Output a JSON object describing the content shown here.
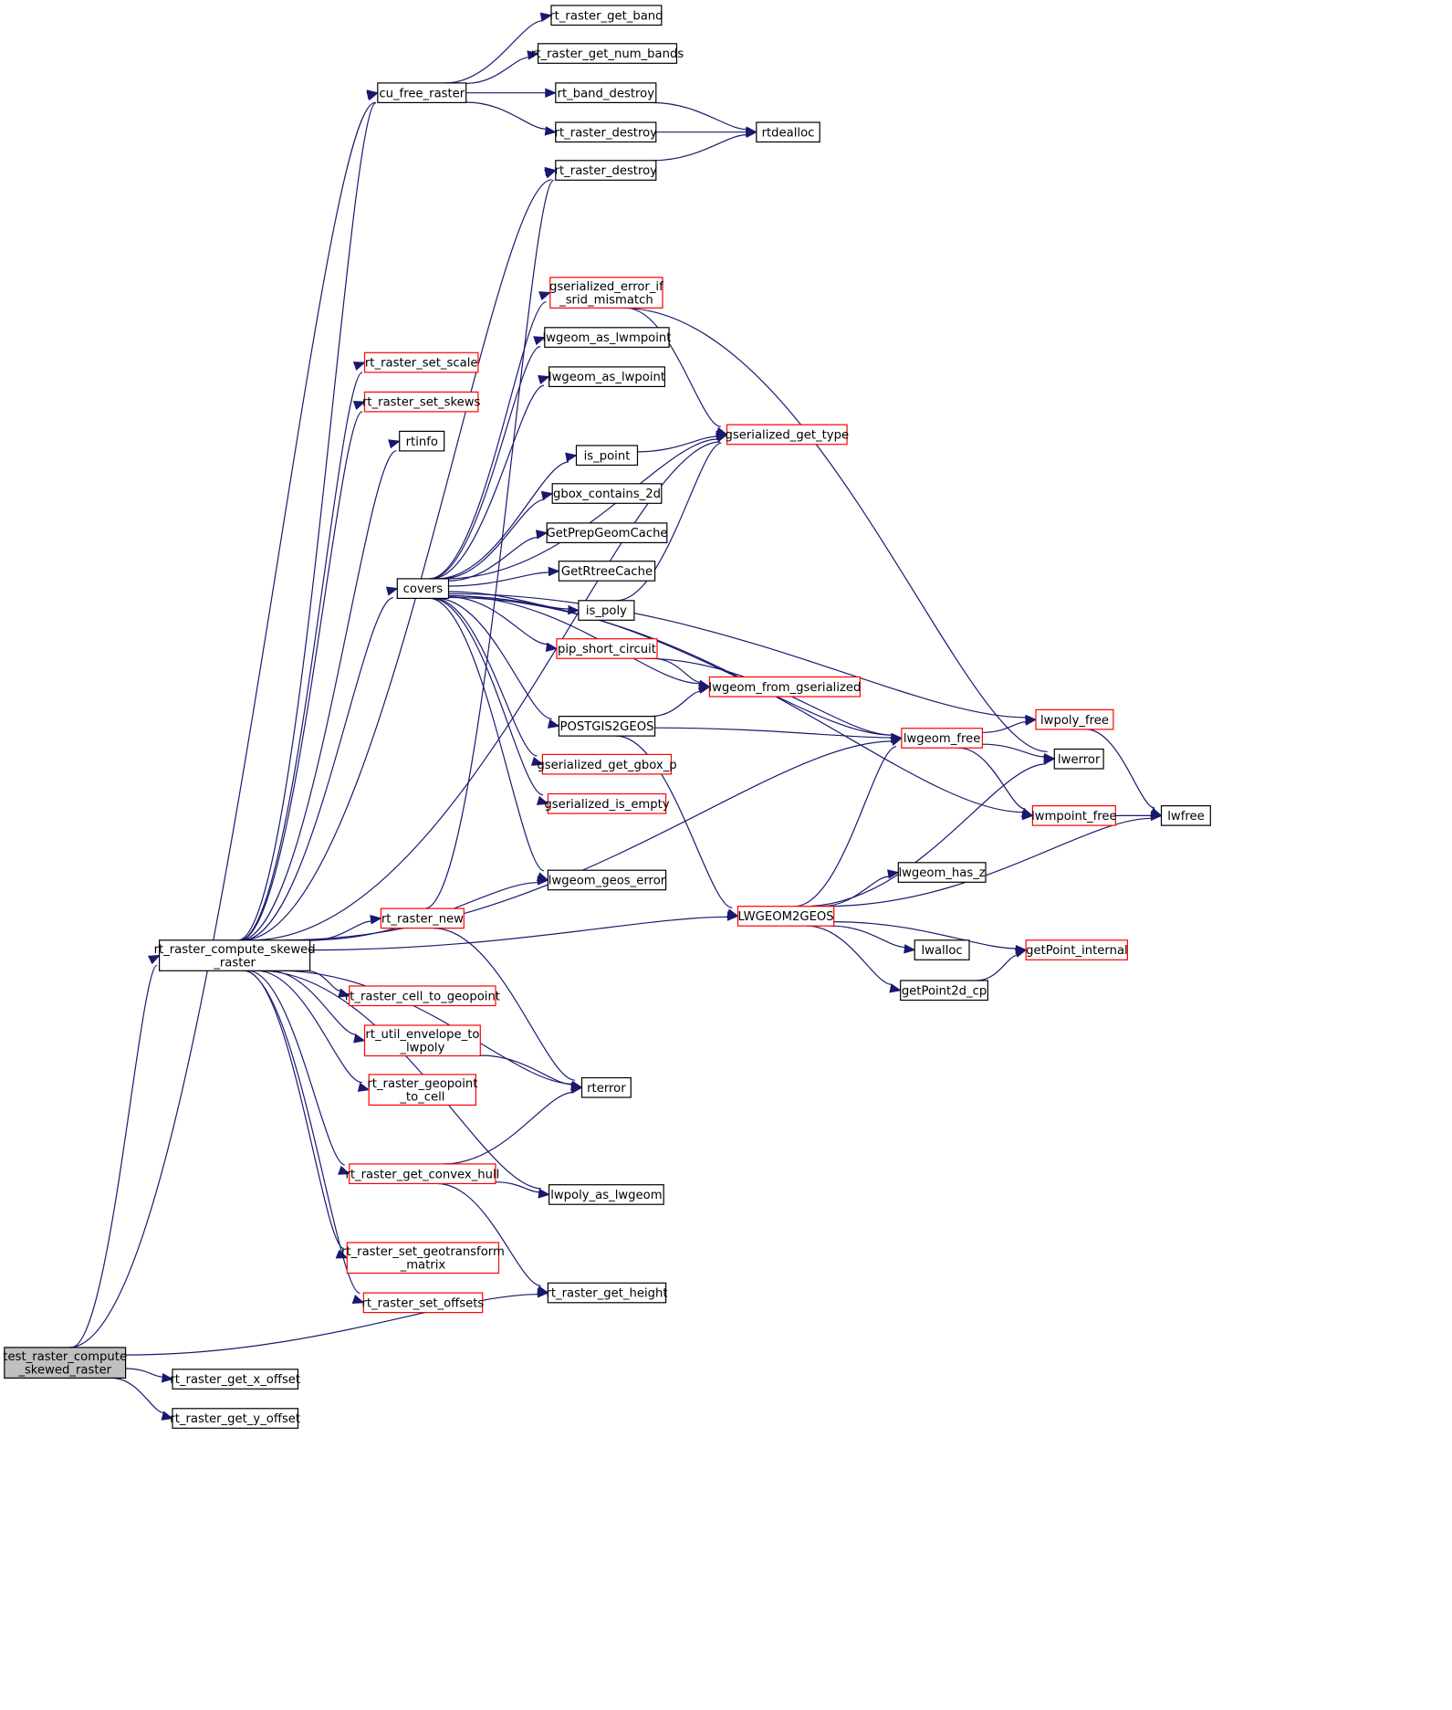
{
  "colors": {
    "edge": "#191970",
    "node_border": "#000000",
    "node_border_undocumented": "#ff0000",
    "root_fill": "#bfbfbf"
  },
  "nodes": [
    {
      "id": "test",
      "lines": [
        "test_raster_compute",
        "_skewed_raster"
      ],
      "style": "root"
    },
    {
      "id": "compute",
      "lines": [
        "rt_raster_compute_skewed",
        "_raster"
      ],
      "style": "black"
    },
    {
      "id": "xoff",
      "lines": [
        "rt_raster_get_x_offset"
      ],
      "style": "black"
    },
    {
      "id": "yoff",
      "lines": [
        "rt_raster_get_y_offset"
      ],
      "style": "black"
    },
    {
      "id": "height",
      "lines": [
        "rt_raster_get_height"
      ],
      "style": "black"
    },
    {
      "id": "cufree",
      "lines": [
        "cu_free_raster"
      ],
      "style": "black"
    },
    {
      "id": "getband",
      "lines": [
        "rt_raster_get_band"
      ],
      "style": "black"
    },
    {
      "id": "numbands",
      "lines": [
        "rt_raster_get_num_bands"
      ],
      "style": "black"
    },
    {
      "id": "banddestroy",
      "lines": [
        "rt_band_destroy"
      ],
      "style": "black"
    },
    {
      "id": "rdestroy1",
      "lines": [
        "rt_raster_destroy"
      ],
      "style": "black"
    },
    {
      "id": "rdestroy2",
      "lines": [
        "rt_raster_destroy"
      ],
      "style": "black"
    },
    {
      "id": "rtdealloc",
      "lines": [
        "rtdealloc"
      ],
      "style": "black"
    },
    {
      "id": "setscale",
      "lines": [
        "rt_raster_set_scale"
      ],
      "style": "red"
    },
    {
      "id": "setskews",
      "lines": [
        "rt_raster_set_skews"
      ],
      "style": "red"
    },
    {
      "id": "rtinfo",
      "lines": [
        "rtinfo"
      ],
      "style": "black"
    },
    {
      "id": "covers",
      "lines": [
        "covers"
      ],
      "style": "black"
    },
    {
      "id": "srid",
      "lines": [
        "gserialized_error_if",
        "_srid_mismatch"
      ],
      "style": "red"
    },
    {
      "id": "aslwmpoint",
      "lines": [
        "lwgeom_as_lwmpoint"
      ],
      "style": "black"
    },
    {
      "id": "aslwpoint",
      "lines": [
        "lwgeom_as_lwpoint"
      ],
      "style": "black"
    },
    {
      "id": "gettype",
      "lines": [
        "gserialized_get_type"
      ],
      "style": "red"
    },
    {
      "id": "ispoint",
      "lines": [
        "is_point"
      ],
      "style": "black"
    },
    {
      "id": "gbox2d",
      "lines": [
        "gbox_contains_2d"
      ],
      "style": "black"
    },
    {
      "id": "prepgeom",
      "lines": [
        "GetPrepGeomCache"
      ],
      "style": "black"
    },
    {
      "id": "rtree",
      "lines": [
        "GetRtreeCache"
      ],
      "style": "black"
    },
    {
      "id": "ispoly",
      "lines": [
        "is_poly"
      ],
      "style": "black"
    },
    {
      "id": "pip",
      "lines": [
        "pip_short_circuit"
      ],
      "style": "red"
    },
    {
      "id": "fromgser",
      "lines": [
        "lwgeom_from_gserialized"
      ],
      "style": "red"
    },
    {
      "id": "postgis2geos",
      "lines": [
        "POSTGIS2GEOS"
      ],
      "style": "black"
    },
    {
      "id": "getgbox",
      "lines": [
        "gserialized_get_gbox_p"
      ],
      "style": "red"
    },
    {
      "id": "isempty",
      "lines": [
        "gserialized_is_empty"
      ],
      "style": "red"
    },
    {
      "id": "geoserror",
      "lines": [
        "lwgeom_geos_error"
      ],
      "style": "black"
    },
    {
      "id": "rasternew",
      "lines": [
        "rt_raster_new"
      ],
      "style": "red"
    },
    {
      "id": "lwgeom2geos",
      "lines": [
        "LWGEOM2GEOS"
      ],
      "style": "red"
    },
    {
      "id": "celltogeo",
      "lines": [
        "rt_raster_cell_to_geopoint"
      ],
      "style": "red"
    },
    {
      "id": "envtopoly",
      "lines": [
        "rt_util_envelope_to",
        "_lwpoly"
      ],
      "style": "red"
    },
    {
      "id": "geotocell",
      "lines": [
        "rt_raster_geopoint",
        "_to_cell"
      ],
      "style": "red"
    },
    {
      "id": "rterror",
      "lines": [
        "rterror"
      ],
      "style": "black"
    },
    {
      "id": "convexhull",
      "lines": [
        "rt_raster_get_convex_hull"
      ],
      "style": "red"
    },
    {
      "id": "polyaslwgeom",
      "lines": [
        "lwpoly_as_lwgeom"
      ],
      "style": "black"
    },
    {
      "id": "setgeotrans",
      "lines": [
        "rt_raster_set_geotransform",
        "_matrix"
      ],
      "style": "red"
    },
    {
      "id": "setoffsets",
      "lines": [
        "rt_raster_set_offsets"
      ],
      "style": "red"
    },
    {
      "id": "lwpolyfree",
      "lines": [
        "lwpoly_free"
      ],
      "style": "red"
    },
    {
      "id": "lwgeomfree",
      "lines": [
        "lwgeom_free"
      ],
      "style": "red"
    },
    {
      "id": "lwerror",
      "lines": [
        "lwerror"
      ],
      "style": "black"
    },
    {
      "id": "lwmpointfree",
      "lines": [
        "lwmpoint_free"
      ],
      "style": "red"
    },
    {
      "id": "lwfree",
      "lines": [
        "lwfree"
      ],
      "style": "black"
    },
    {
      "id": "hasz",
      "lines": [
        "lwgeom_has_z"
      ],
      "style": "black"
    },
    {
      "id": "lwalloc",
      "lines": [
        "lwalloc"
      ],
      "style": "black"
    },
    {
      "id": "getpointint",
      "lines": [
        "getPoint_internal"
      ],
      "style": "red"
    },
    {
      "id": "getpoint2d",
      "lines": [
        "getPoint2d_cp"
      ],
      "style": "black"
    }
  ],
  "edges": [
    [
      "test",
      "cufree"
    ],
    [
      "test",
      "compute"
    ],
    [
      "test",
      "height"
    ],
    [
      "test",
      "xoff"
    ],
    [
      "test",
      "yoff"
    ],
    [
      "compute",
      "cufree"
    ],
    [
      "compute",
      "rdestroy2"
    ],
    [
      "compute",
      "setscale"
    ],
    [
      "compute",
      "setskews"
    ],
    [
      "compute",
      "rtinfo"
    ],
    [
      "compute",
      "covers"
    ],
    [
      "compute",
      "geoserror"
    ],
    [
      "compute",
      "lwgeomfree"
    ],
    [
      "compute",
      "rasternew"
    ],
    [
      "compute",
      "lwgeom2geos"
    ],
    [
      "compute",
      "celltogeo"
    ],
    [
      "compute",
      "envtopoly"
    ],
    [
      "compute",
      "geotocell"
    ],
    [
      "compute",
      "rterror"
    ],
    [
      "compute",
      "convexhull"
    ],
    [
      "compute",
      "polyaslwgeom"
    ],
    [
      "compute",
      "setgeotrans"
    ],
    [
      "compute",
      "setoffsets"
    ],
    [
      "compute",
      "gettype"
    ],
    [
      "cufree",
      "getband"
    ],
    [
      "cufree",
      "numbands"
    ],
    [
      "cufree",
      "banddestroy"
    ],
    [
      "cufree",
      "rdestroy1"
    ],
    [
      "banddestroy",
      "rtdealloc"
    ],
    [
      "rdestroy1",
      "rtdealloc"
    ],
    [
      "rdestroy2",
      "rtdealloc"
    ],
    [
      "covers",
      "srid"
    ],
    [
      "covers",
      "aslwmpoint"
    ],
    [
      "covers",
      "aslwpoint"
    ],
    [
      "covers",
      "gettype"
    ],
    [
      "covers",
      "ispoint"
    ],
    [
      "covers",
      "gbox2d"
    ],
    [
      "covers",
      "prepgeom"
    ],
    [
      "covers",
      "rtree"
    ],
    [
      "covers",
      "ispoly"
    ],
    [
      "covers",
      "pip"
    ],
    [
      "covers",
      "fromgser"
    ],
    [
      "covers",
      "postgis2geos"
    ],
    [
      "covers",
      "getgbox"
    ],
    [
      "covers",
      "isempty"
    ],
    [
      "covers",
      "geoserror"
    ],
    [
      "covers",
      "lwmpointfree"
    ],
    [
      "covers",
      "lwgeomfree"
    ],
    [
      "covers",
      "lwpolyfree"
    ],
    [
      "srid",
      "gettype"
    ],
    [
      "srid",
      "lwerror"
    ],
    [
      "ispoint",
      "gettype"
    ],
    [
      "ispoly",
      "gettype"
    ],
    [
      "pip",
      "fromgser"
    ],
    [
      "pip",
      "lwgeomfree"
    ],
    [
      "postgis2geos",
      "fromgser"
    ],
    [
      "postgis2geos",
      "lwgeomfree"
    ],
    [
      "postgis2geos",
      "lwgeom2geos"
    ],
    [
      "rasternew",
      "rdestroy2"
    ],
    [
      "rasternew",
      "rterror"
    ],
    [
      "envtopoly",
      "rterror"
    ],
    [
      "convexhull",
      "rterror"
    ],
    [
      "convexhull",
      "polyaslwgeom"
    ],
    [
      "convexhull",
      "height"
    ],
    [
      "lwgeom2geos",
      "lwgeomfree"
    ],
    [
      "lwgeom2geos",
      "lwerror"
    ],
    [
      "lwgeom2geos",
      "hasz"
    ],
    [
      "lwgeom2geos",
      "lwalloc"
    ],
    [
      "lwgeom2geos",
      "getpointint"
    ],
    [
      "lwgeom2geos",
      "getpoint2d"
    ],
    [
      "lwgeom2geos",
      "lwfree"
    ],
    [
      "getpoint2d",
      "getpointint"
    ],
    [
      "lwgeomfree",
      "lwpolyfree"
    ],
    [
      "lwgeomfree",
      "lwerror"
    ],
    [
      "lwgeomfree",
      "lwmpointfree"
    ],
    [
      "lwpolyfree",
      "lwfree"
    ],
    [
      "lwmpointfree",
      "lwfree"
    ]
  ]
}
